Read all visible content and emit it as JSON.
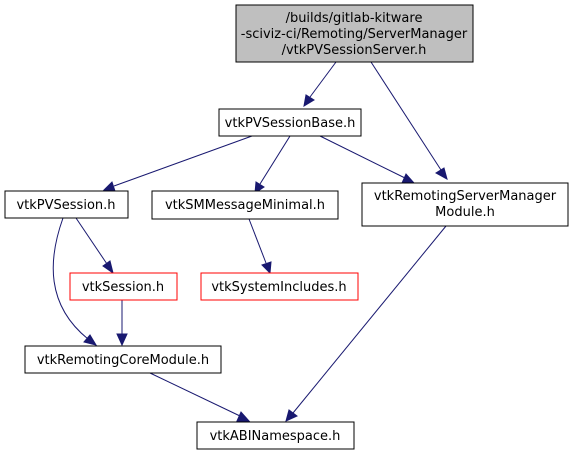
{
  "colors": {
    "edge": "#191970",
    "root_fill": "#bfbfbf",
    "node_fill": "#ffffff",
    "node_border": "#000000",
    "missing_border": "#ff0000"
  },
  "nodes": {
    "root": {
      "lines": [
        "/builds/gitlab-kitware",
        "-sciviz-ci/Remoting/ServerManager",
        "/vtkPVSessionServer.h"
      ],
      "style": "root"
    },
    "session_base": {
      "lines": [
        "vtkPVSessionBase.h"
      ],
      "style": "normal"
    },
    "pv_session": {
      "lines": [
        "vtkPVSession.h"
      ],
      "style": "normal"
    },
    "sm_message_minimal": {
      "lines": [
        "vtkSMMessageMinimal.h"
      ],
      "style": "normal"
    },
    "remoting_servermanager_module": {
      "lines": [
        "vtkRemotingServerManager",
        "Module.h"
      ],
      "style": "normal"
    },
    "session": {
      "lines": [
        "vtkSession.h"
      ],
      "style": "missing"
    },
    "system_includes": {
      "lines": [
        "vtkSystemIncludes.h"
      ],
      "style": "missing"
    },
    "remoting_core_module": {
      "lines": [
        "vtkRemotingCoreModule.h"
      ],
      "style": "normal"
    },
    "abi_namespace": {
      "lines": [
        "vtkABINamespace.h"
      ],
      "style": "normal"
    }
  },
  "edges": [
    {
      "from": "root",
      "to": "session_base"
    },
    {
      "from": "root",
      "to": "remoting_servermanager_module"
    },
    {
      "from": "session_base",
      "to": "pv_session"
    },
    {
      "from": "session_base",
      "to": "sm_message_minimal"
    },
    {
      "from": "session_base",
      "to": "remoting_servermanager_module"
    },
    {
      "from": "pv_session",
      "to": "session"
    },
    {
      "from": "pv_session",
      "to": "remoting_core_module"
    },
    {
      "from": "sm_message_minimal",
      "to": "system_includes"
    },
    {
      "from": "session",
      "to": "remoting_core_module"
    },
    {
      "from": "remoting_core_module",
      "to": "abi_namespace"
    },
    {
      "from": "remoting_servermanager_module",
      "to": "abi_namespace"
    }
  ]
}
